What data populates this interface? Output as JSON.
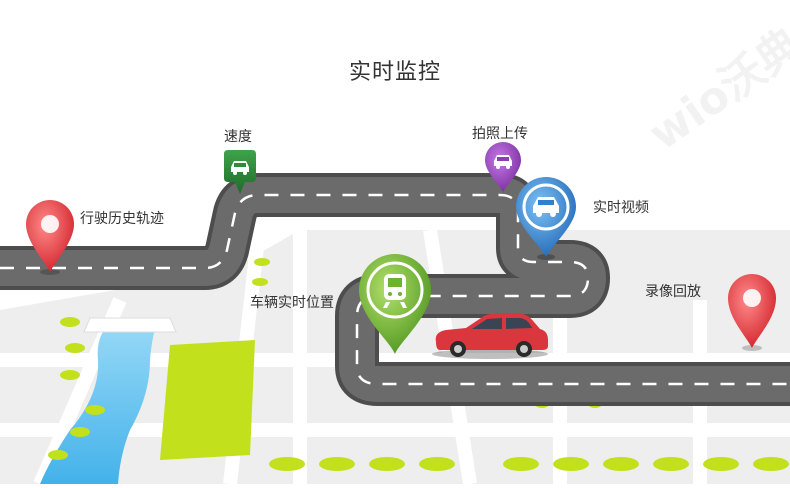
{
  "title": "实时监控",
  "watermark": "wio沃典",
  "features": {
    "history_track": "行驶历史轨迹",
    "speed": "速度",
    "photo_upload": "拍照上传",
    "live_video": "实时视频",
    "live_position": "车辆实时位置",
    "recording_playback": "录像回放"
  },
  "colors": {
    "road": "#666666",
    "road_edge": "#4d4d4d",
    "pin_red": "#e8333a",
    "pin_green_dark": "#2f8a3a",
    "pin_purple": "#8b3fb0",
    "pin_blue": "#2e80d0",
    "pin_green": "#6db330",
    "car_red": "#d9363e",
    "river": "#5fc2ef",
    "park": "#bfe01b",
    "map_block": "#ebebeb"
  },
  "icons": {
    "pin_history": "location-pin-icon",
    "pin_speed": "car-icon",
    "pin_photo": "car-icon",
    "pin_video": "car-icon",
    "pin_position": "train-icon",
    "pin_playback": "location-pin-icon",
    "vehicle": "red-sedan"
  }
}
